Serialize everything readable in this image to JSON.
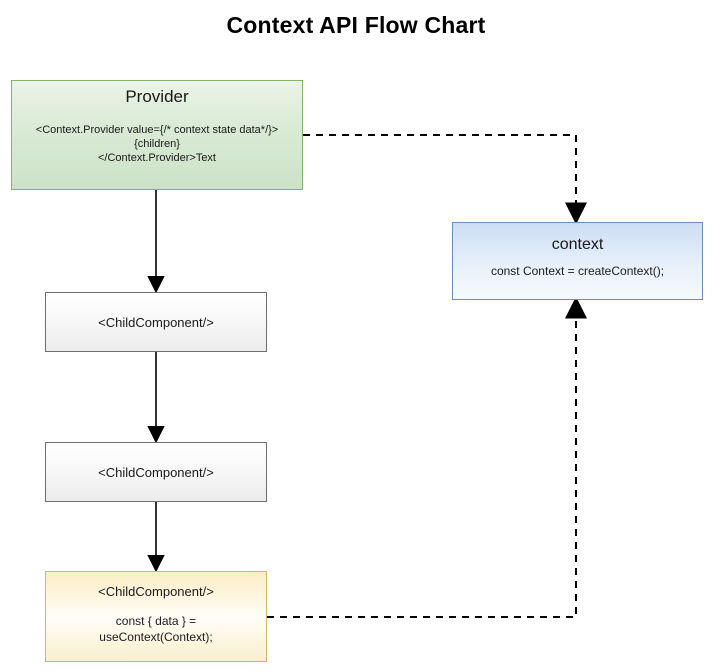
{
  "title": "Context API Flow Chart",
  "nodes": {
    "provider": {
      "title": "Provider",
      "lines": [
        "<Context.Provider value={/* context state data*/}>",
        "{children}",
        "</Context.Provider>Text"
      ]
    },
    "context": {
      "title": "context",
      "code": "const Context = createContext();"
    },
    "child1": {
      "label": "<ChildComponent/>"
    },
    "child2": {
      "label": "<ChildComponent/>"
    },
    "consumer": {
      "title": "<ChildComponent/>",
      "lines": [
        "const  { data } =",
        "useContext(Context);"
      ]
    }
  },
  "edges": [
    {
      "name": "provider-to-child1",
      "style": "solid"
    },
    {
      "name": "child1-to-child2",
      "style": "solid"
    },
    {
      "name": "child2-to-consumer",
      "style": "solid"
    },
    {
      "name": "provider-to-context",
      "style": "dashed"
    },
    {
      "name": "consumer-to-context",
      "style": "dashed"
    }
  ],
  "colors": {
    "provider_border": "#82b366",
    "provider_fill": "#d9ead5",
    "context_border": "#6c8ebf",
    "context_fill": "#ccdef5",
    "child_border": "#6e6e6e",
    "child_fill": "#f0f0f0",
    "consumer_border": "#d6b656",
    "consumer_fill": "#fcedc6",
    "arrow": "#000000",
    "text": "#1a1a1a"
  }
}
